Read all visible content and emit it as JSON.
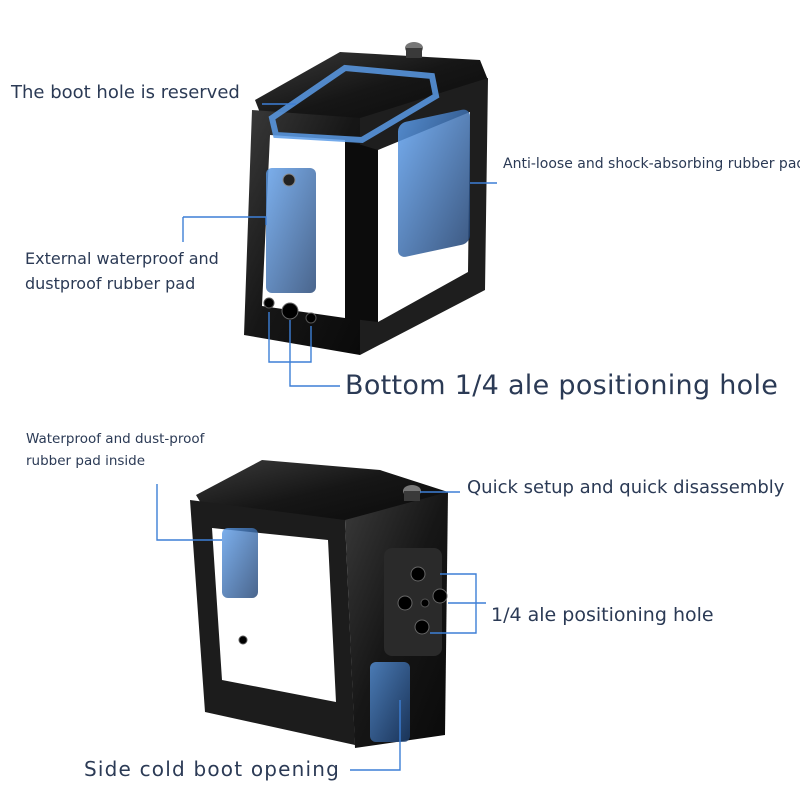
{
  "labels": {
    "boot_hole": "The boot hole is reserved",
    "anti_loose": "Anti-loose and shock-absorbing rubber pad",
    "external_pad_line1": "External waterproof and",
    "external_pad_line2": "dustproof rubber pad",
    "bottom_hole": "Bottom 1/4 ale positioning hole",
    "inside_pad_line1": "Waterproof and dust-proof",
    "inside_pad_line2": "rubber pad inside",
    "quick_setup": "Quick setup and quick disassembly",
    "side_hole": "1/4 ale positioning hole",
    "cold_boot": "Side cold boot opening"
  },
  "colors": {
    "text": "#2b3a55",
    "accent": "#3d7fd6",
    "cage_dark": "#141414",
    "cage_mid": "#2a2a2a",
    "highlight": "#5b9be8"
  }
}
